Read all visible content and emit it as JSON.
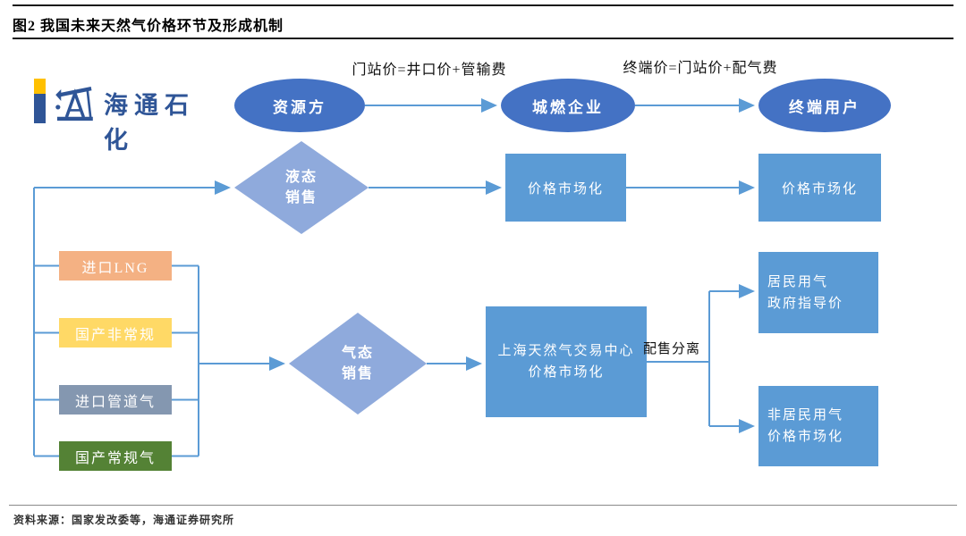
{
  "figure": {
    "title": "图2  我国未来天然气价格环节及形成机制",
    "source_note": "资料来源：国家发改委等，海通证券研究所"
  },
  "logo": {
    "name": "海通石化"
  },
  "chain": {
    "nodes": [
      {
        "label": "资源方"
      },
      {
        "label": "城燃企业"
      },
      {
        "label": "终端用户"
      }
    ],
    "formulas": [
      "门站价=井口价+管输费",
      "终端价=门站价+配气费"
    ]
  },
  "branches": {
    "liquid": {
      "label": "液态\n销售"
    },
    "gas": {
      "label": "气态\n销售"
    }
  },
  "outcomes": {
    "liquid_mid": "价格市场化",
    "liquid_end": "价格市场化",
    "gas_hub": "上海天然气交易中心\n价格市场化",
    "resident": "居民用气\n政府指导价",
    "nonresident": "非居民用气\n价格市场化",
    "split_label": "配售分离"
  },
  "supply_sources": [
    {
      "label": "进口LNG"
    },
    {
      "label": "国产非常规"
    },
    {
      "label": "进口管道气"
    },
    {
      "label": "国产常规气"
    }
  ],
  "colors": {
    "ellipse_blue": "#4472C4",
    "diamond_blue": "#8FAADC",
    "box_blue": "#5B9BD5",
    "import_lng": "#F4B183",
    "domestic_unconventional": "#FFD966",
    "import_pipeline": "#8497B0",
    "domestic_conventional": "#548235",
    "connector_blue": "#5B9BD5",
    "logo_blue": "#2F5597",
    "logo_yellow": "#FFC000"
  }
}
